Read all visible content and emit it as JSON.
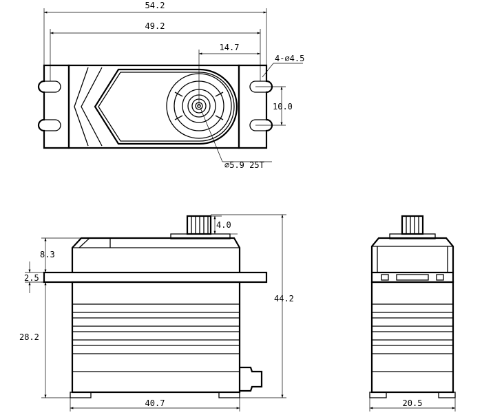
{
  "top_view": {
    "overall_width": "54.2",
    "hole_spacing_width": "49.2",
    "output_offset": "14.7",
    "hole_spec": "4-∅4.5",
    "hole_spacing_height": "10.0",
    "spline_spec": "∅5.9 25T"
  },
  "front_view": {
    "spline_height": "4.0",
    "upper_height": "8.3",
    "flange_thickness": "2.5",
    "overall_height": "44.2",
    "body_height": "28.2",
    "body_length": "40.7"
  },
  "side_view": {
    "body_width": "20.5"
  }
}
